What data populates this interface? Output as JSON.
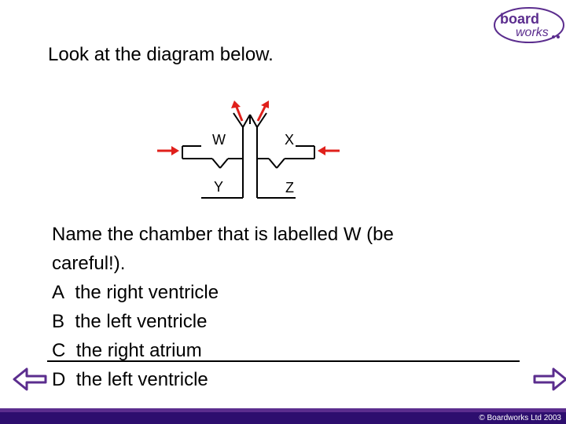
{
  "logo": {
    "text_top": "board",
    "text_bottom": "works"
  },
  "intro": "Look at the diagram below.",
  "diagram": {
    "labels": {
      "w": "W",
      "x": "X",
      "y": "Y",
      "z": "Z"
    }
  },
  "question": {
    "line1": "Name the chamber that is labelled W (be",
    "line2": "careful!).",
    "options": [
      {
        "letter": "A",
        "text": "the right ventricle"
      },
      {
        "letter": "B",
        "text": "the left ventricle"
      },
      {
        "letter": "C",
        "text": "the right atrium"
      },
      {
        "letter": "D",
        "text": "the left ventricle"
      }
    ]
  },
  "footer": {
    "copyright": "© Boardworks Ltd 2003"
  },
  "colors": {
    "accent": "#5b2d8e",
    "arrow_red": "#e0201b",
    "footer_band": "#2d0e6e"
  }
}
